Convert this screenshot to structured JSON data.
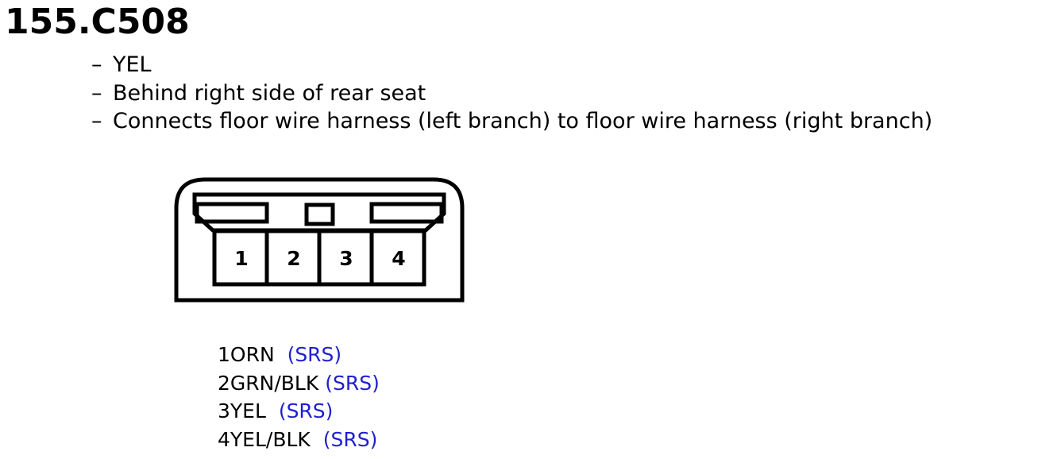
{
  "title": "155.C508",
  "details": [
    "YEL",
    "Behind right side of rear seat",
    "Connects floor wire harness (left branch) to floor wire harness (right branch)"
  ],
  "connector": {
    "pin_labels": [
      "1",
      "2",
      "3",
      "4"
    ]
  },
  "pins": [
    {
      "wire": "1ORN",
      "system": "(SRS)"
    },
    {
      "wire": "2GRN/BLK",
      "system": "(SRS)"
    },
    {
      "wire": "3YEL",
      "system": "(SRS)"
    },
    {
      "wire": "4YEL/BLK",
      "system": "(SRS)"
    }
  ],
  "colors": {
    "system_text": "#1f1fd0",
    "line": "#000000"
  }
}
